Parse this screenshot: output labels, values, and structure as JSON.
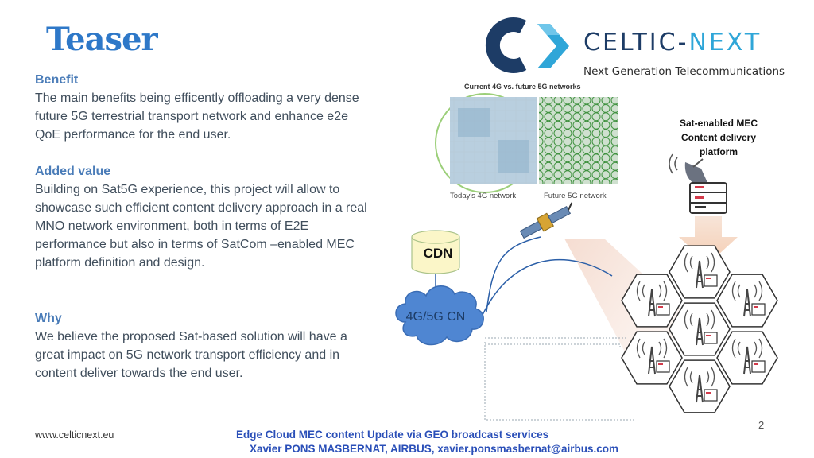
{
  "slide": {
    "title": "Teaser",
    "sections": [
      {
        "heading": "Benefit",
        "text": "The main benefits being efficently offloading a very dense future 5G terrestrial transport network and enhance e2e QoE performance for the end user."
      },
      {
        "heading": "Added value",
        "text": "Building on Sat5G experience, this project will allow to showcase such efficient content delivery approach in a real MNO network environment, both in terms of E2E performance but also in terms of SatCom –enabled MEC platform definition and design."
      },
      {
        "heading": "Why",
        "text": "We believe the proposed Sat-based solution will have a great impact on 5G network transport efficiency and in content deliver towards the end user."
      }
    ]
  },
  "logo": {
    "name_part1": "CELTIC-",
    "name_part2": "NEXT",
    "tagline": "Next Generation Telecommunications",
    "colors": {
      "navy": "#1d3c66",
      "cyan": "#2fa6d8"
    }
  },
  "figure": {
    "title": "Current 4G vs. future 5G networks",
    "caption_4g": "Today's 4G network",
    "caption_5g": "Future 5G network"
  },
  "diagram": {
    "mec_label": "Sat-enabled MEC Content delivery platform",
    "cdn_label": "CDN",
    "cn_label": "4G/5G CN"
  },
  "footer": {
    "url": "www.celticnext.eu",
    "line1": "Edge Cloud MEC content Update via GEO broadcast services",
    "line2": "Xavier PONS MASBERNAT, AIRBUS, xavier.ponsmasbernat@airbus.com",
    "page": "2"
  }
}
